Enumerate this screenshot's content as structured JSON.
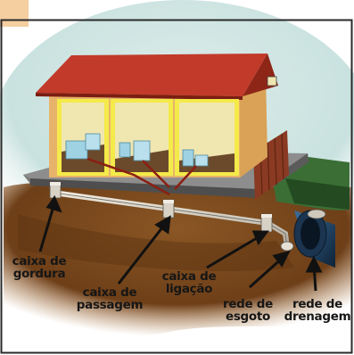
{
  "labels": {
    "caixa_gordura": {
      "line1": "caixa de",
      "line2": "gordura"
    },
    "caixa_passagem": {
      "line1": "caixa de",
      "line2": "passagem"
    },
    "caixa_ligacao": {
      "line1": "caixa de",
      "line2": "ligação"
    },
    "rede_esgoto": {
      "line1": "rede de",
      "line2": "esgoto"
    },
    "rede_drenagem": {
      "line1": "rede de",
      "line2": "drenagem"
    }
  },
  "colors": {
    "background": "#ffffff",
    "sky_wash": "#cfe5e3",
    "corner_tab": "#f5cfa0",
    "border": "#2a2a2a",
    "roof": "#c23a2a",
    "wall": "#e7b36a",
    "wall_side": "#d9a257",
    "interior_wall": "#f0e6b0",
    "window_frame": "#f4ea4a",
    "floor_interior": "#6b4a2c",
    "fixture": "#9fd2e3",
    "slab": "#6e6e6e",
    "soil": "#7a4a1e",
    "grass": "#3b6e35",
    "pipe_sewage": "#cfc9bd",
    "pipe_drainage": "#1d3b5a",
    "fence": "#8a3a22"
  }
}
